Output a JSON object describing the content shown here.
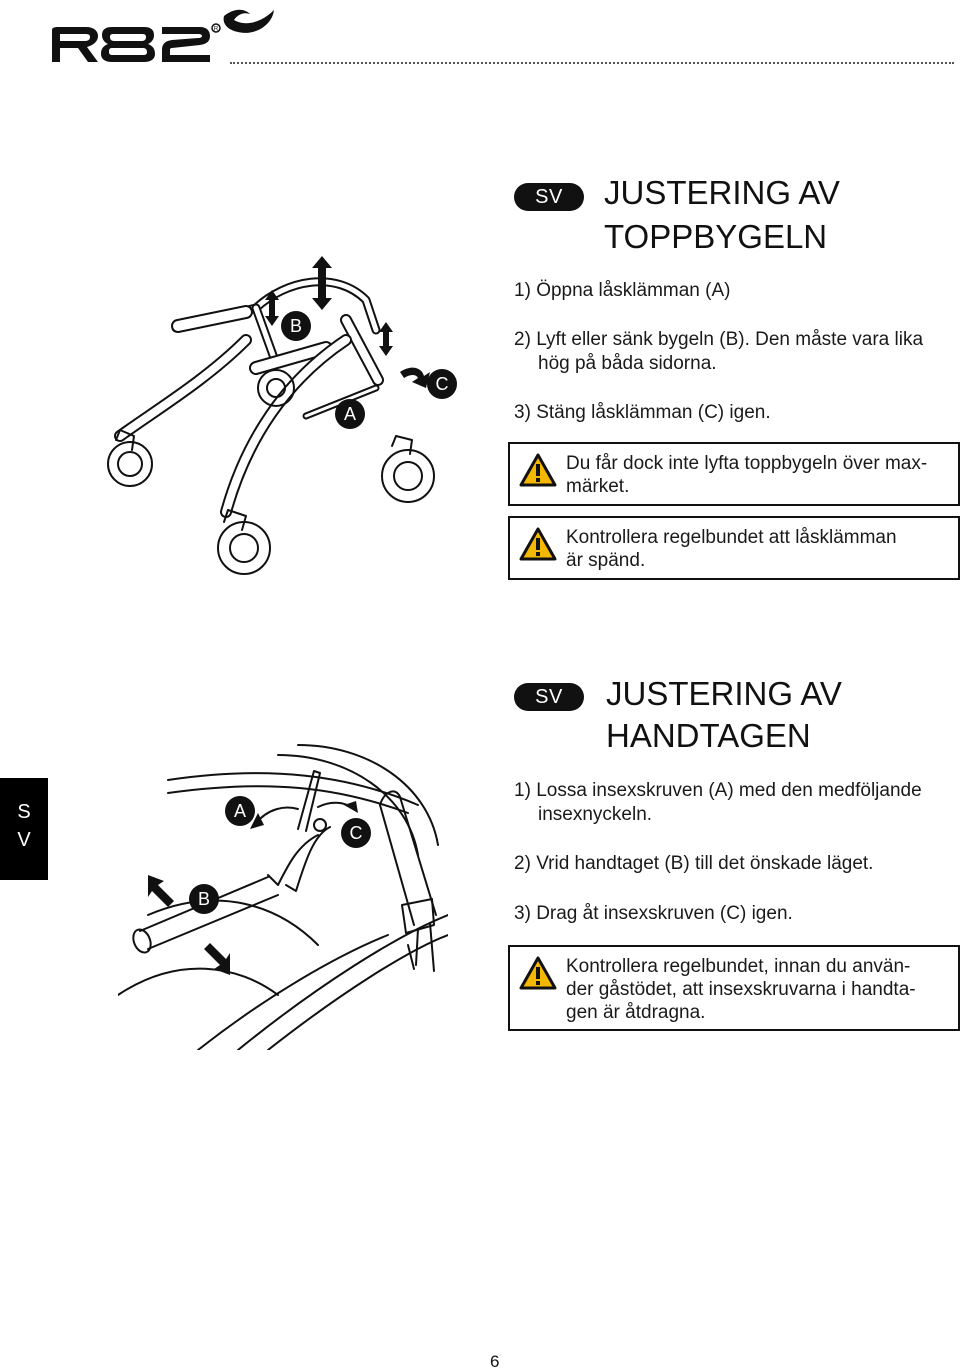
{
  "header": {
    "brand": "R82"
  },
  "section1": {
    "lang": "SV",
    "title_line1": "JUSTERING AV",
    "title_line2": "TOPPBYGELN",
    "steps": [
      {
        "num": "1)",
        "text": "Öppna låsklämman (A)"
      },
      {
        "num": "2)",
        "text": "Lyft eller sänk bygeln (B). Den måste vara lika",
        "cont": "hög på båda sidorna."
      },
      {
        "num": "3)",
        "text": "Stäng låsklämman (C) igen."
      }
    ],
    "warnings": [
      {
        "line1": "Du får dock inte lyfta toppbygeln över max-",
        "line2": "märket."
      },
      {
        "line1": "Kontrollera regelbundet att låsklämman",
        "line2": "är spänd."
      }
    ],
    "callouts": {
      "a": "A",
      "b": "B",
      "c": "C"
    }
  },
  "section2": {
    "lang": "SV",
    "title_line1": "JUSTERING AV",
    "title_line2": "HANDTAGEN",
    "steps": [
      {
        "num": "1)",
        "text": "Lossa insexskruven (A) med den medföljande",
        "cont": "insexnyckeln."
      },
      {
        "num": "2)",
        "text": "Vrid handtaget (B) till det önskade läget."
      },
      {
        "num": "3)",
        "text": "Drag åt insexskruven (C) igen."
      }
    ],
    "warning": {
      "line1": "Kontrollera regelbundet, innan du använ-",
      "line2": "der gåstödet, att insexskruvarna i handta-",
      "line3": "gen är åtdragna."
    },
    "callouts": {
      "a": "A",
      "b": "B",
      "c": "C"
    }
  },
  "side_tab": {
    "letter1": "S",
    "letter2": "V"
  },
  "page_number": "6"
}
